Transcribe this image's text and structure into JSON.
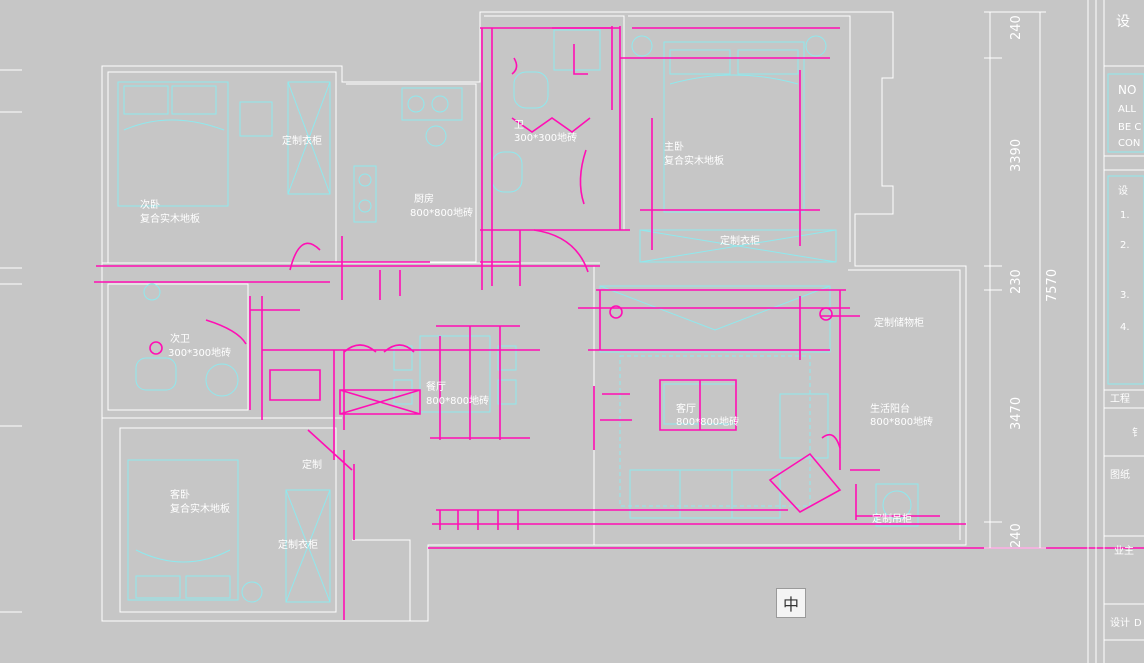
{
  "colors": {
    "background": "#c6c6c6",
    "wall": "#ffffff",
    "furniture": "#8fe9ee",
    "markup": "#ff0fb4"
  },
  "rooms": {
    "second_bedroom": {
      "name": "次卧",
      "floor": "复合实木地板"
    },
    "wardrobe_top_left": "定制衣柜",
    "kitchen": {
      "name": "厨房",
      "floor": "800*800地砖"
    },
    "bathroom_right": {
      "name": "卫",
      "floor": "300*300地砖"
    },
    "master_bedroom": {
      "name": "主卧",
      "floor": "复合实木地板"
    },
    "master_wardrobe": "定制衣柜",
    "bathroom_left": {
      "name": "次卫",
      "floor": "300*300地砖"
    },
    "dining": {
      "name": "餐厅",
      "floor": "800*800地砖"
    },
    "living": {
      "name": "客厅",
      "floor": "800*800地砖"
    },
    "balcony": {
      "name": "生活阳台",
      "floor": "800*800地砖"
    },
    "storage_cabinet": "定制储物柜",
    "third_bedroom": {
      "name": "客卧",
      "floor": "复合实木地板"
    },
    "wardrobe_bottom": "定制衣柜",
    "shoe_cabinet": "定制",
    "balcony_cabinet": "定制吊柜"
  },
  "dimensions": {
    "d1": "240",
    "d2": "3390",
    "d3": "230",
    "d4": "3470",
    "d5": "240",
    "total": "7570"
  },
  "title_block": {
    "header": "设",
    "notes_title": "NO",
    "notes_line1": "ALL",
    "notes_line2": "BE C",
    "notes_line3": "CON",
    "design_notes_title": "设",
    "n1": "1.",
    "n2": "2.",
    "n3": "3.",
    "n4": "4.",
    "project_label": "工程",
    "project_value": "钅",
    "drawing_label": "图纸",
    "ref_label": "业主",
    "sign_label": "设计",
    "sign_value": "D"
  },
  "ime_indicator": "中"
}
